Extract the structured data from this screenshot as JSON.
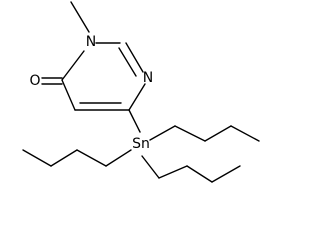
{
  "atom_labels": {
    "n1": "N",
    "n3": "N",
    "o": "O",
    "sn": "Sn"
  }
}
